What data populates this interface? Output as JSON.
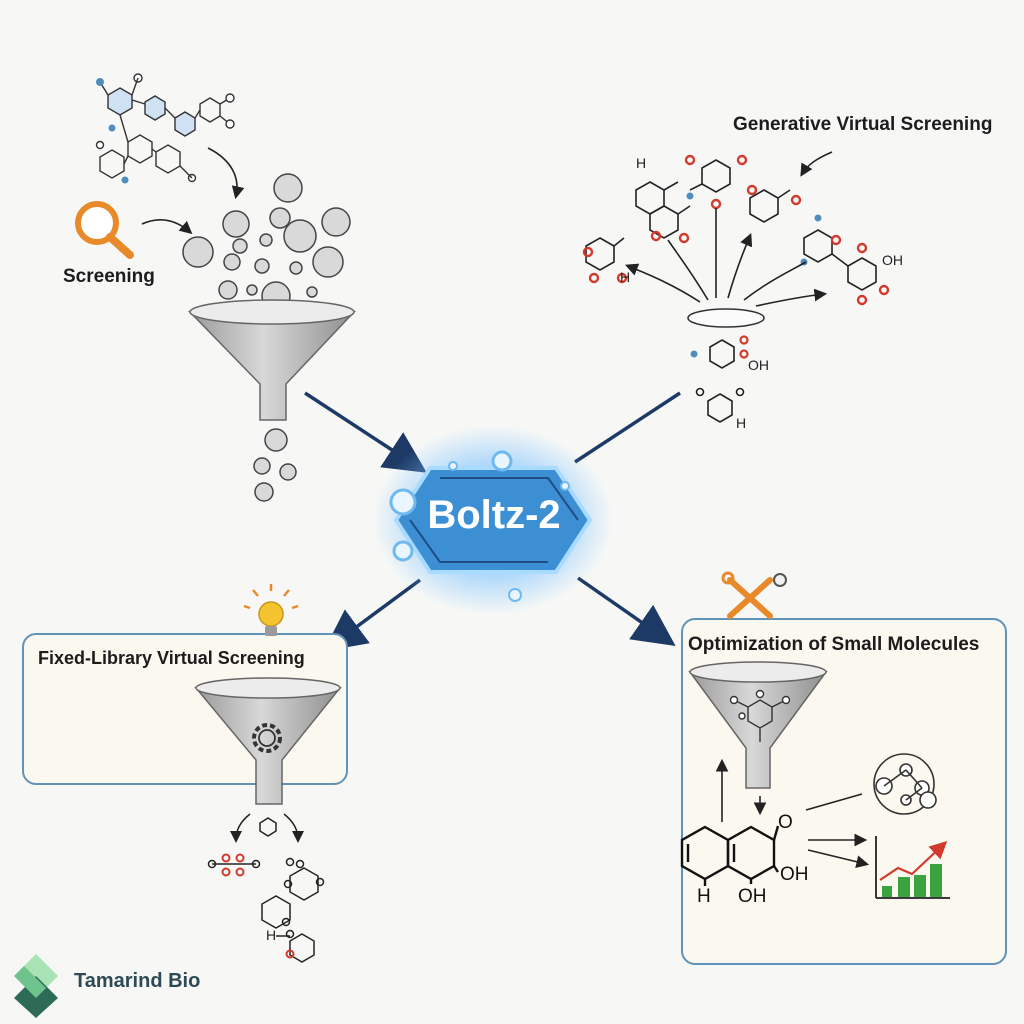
{
  "hub": {
    "title": "Boltz-2"
  },
  "labels": {
    "screening": "Screening",
    "generative": "Generative Virtual Screening",
    "fixed_library": "Fixed-Library Virtual Screening",
    "optimization": "Optimization of Small Molecules"
  },
  "chem": {
    "h": "H",
    "oh": "OH",
    "o": "O"
  },
  "brand": {
    "name": "Tamarind Bio"
  },
  "icons": {
    "search": "magnifier-icon",
    "idea": "lightbulb-icon",
    "tools": "wrench-icon",
    "gear": "gear-icon",
    "chart": "growth-chart-icon"
  },
  "colors": {
    "hub": "#3d8fd4",
    "arrow": "#1d3a66",
    "panel_border": "#5f93b7",
    "orange": "#e8892a",
    "red_atom": "#d23a2e",
    "blue_atom": "#4f8cc0",
    "green_bar": "#3aa53f"
  }
}
